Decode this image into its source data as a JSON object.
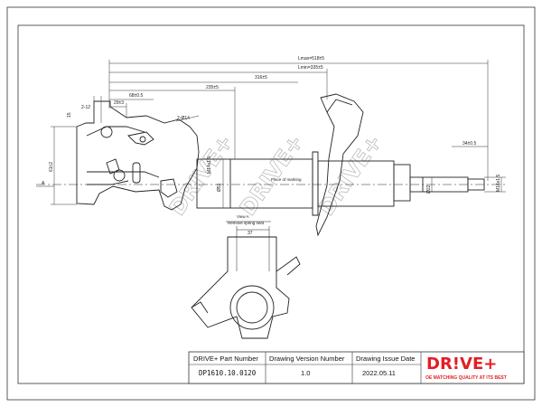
{
  "dimensions": {
    "lmax": "Lmax=518±5",
    "lmin": "Lmin=335±5",
    "d316": "316±5",
    "d235": "235±5",
    "d68": "68±0.5",
    "d29": "29±3",
    "d2x12": "2-12",
    "d15": "15",
    "d2x14": "2-Ø14",
    "d61": "61±2",
    "d51": "Ø51",
    "d22": "Ø22",
    "d34": "34±0.5",
    "d16": "M16x1.5",
    "d37": "37",
    "m14": "M14x1.5",
    "a_arrow": "A"
  },
  "labels": {
    "place_marking": "Place of marking",
    "view_a": "View A",
    "remove_spring_seat": "Remove spring seat"
  },
  "watermark": "DRIVE+",
  "title_block": {
    "part_header": "DRIVE+ Part Number",
    "version_header": "Drawing Version  Number",
    "issue_header": "Drawing Issue Date",
    "part_number": "DP1610.10.0120",
    "version": "1.0",
    "issue_date": "2022.05.11"
  },
  "logo": {
    "text": "DR!VE+",
    "tagline": "OE MATCHING QUALITY AT ITS BEST"
  },
  "colors": {
    "brand": "#e31e24",
    "line": "#222222"
  }
}
